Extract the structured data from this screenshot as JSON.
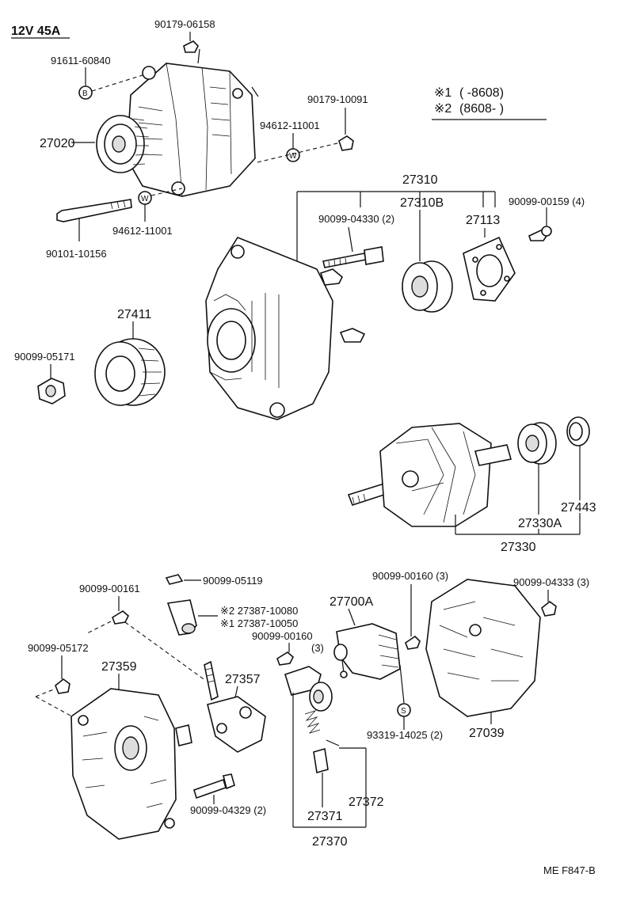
{
  "header": {
    "spec_label": "12V 45A",
    "footer_code": "ME  F847-B"
  },
  "legend": {
    "note1_mark": "※1",
    "note1_range": "(      -8608)",
    "note2_mark": "※2",
    "note2_range": "(8608-       )"
  },
  "symbols": {
    "b": "B",
    "w": "W",
    "s": "S"
  },
  "parts": {
    "p90179_06158": "90179-06158",
    "p91611_60840": "91611-60840",
    "p27020": "27020",
    "p90179_10091": "90179-10091",
    "p94612_11001_a": "94612-11001",
    "p94612_11001_b": "94612-11001",
    "p90101_10156": "90101-10156",
    "p27310": "27310",
    "p27310b": "27310B",
    "p27113": "27113",
    "p90099_04330": "90099-04330 (2)",
    "p90099_00159": "90099-00159 (4)",
    "p27411": "27411",
    "p90099_05171": "90099-05171",
    "p27443": "27443",
    "p27330a": "27330A",
    "p27330": "27330",
    "p90099_05119": "90099-05119",
    "p90099_00161": "90099-00161",
    "p27387_10080": "※2 27387-10080",
    "p27387_10050": "※1 27387-10050",
    "p90099_00160_a": "90099-00160",
    "p90099_00160_a_qty": "(3)",
    "p27700a": "27700A",
    "p90099_00160_b": "90099-00160 (3)",
    "p90099_04333": "90099-04333 (3)",
    "p90099_05172": "90099-05172",
    "p27359": "27359",
    "p27357": "27357",
    "p93319_14025": "93319-14025 (2)",
    "p27039": "27039",
    "p90099_04329": "90099-04329 (2)",
    "p27371": "27371",
    "p27372": "27372",
    "p27370": "27370"
  }
}
